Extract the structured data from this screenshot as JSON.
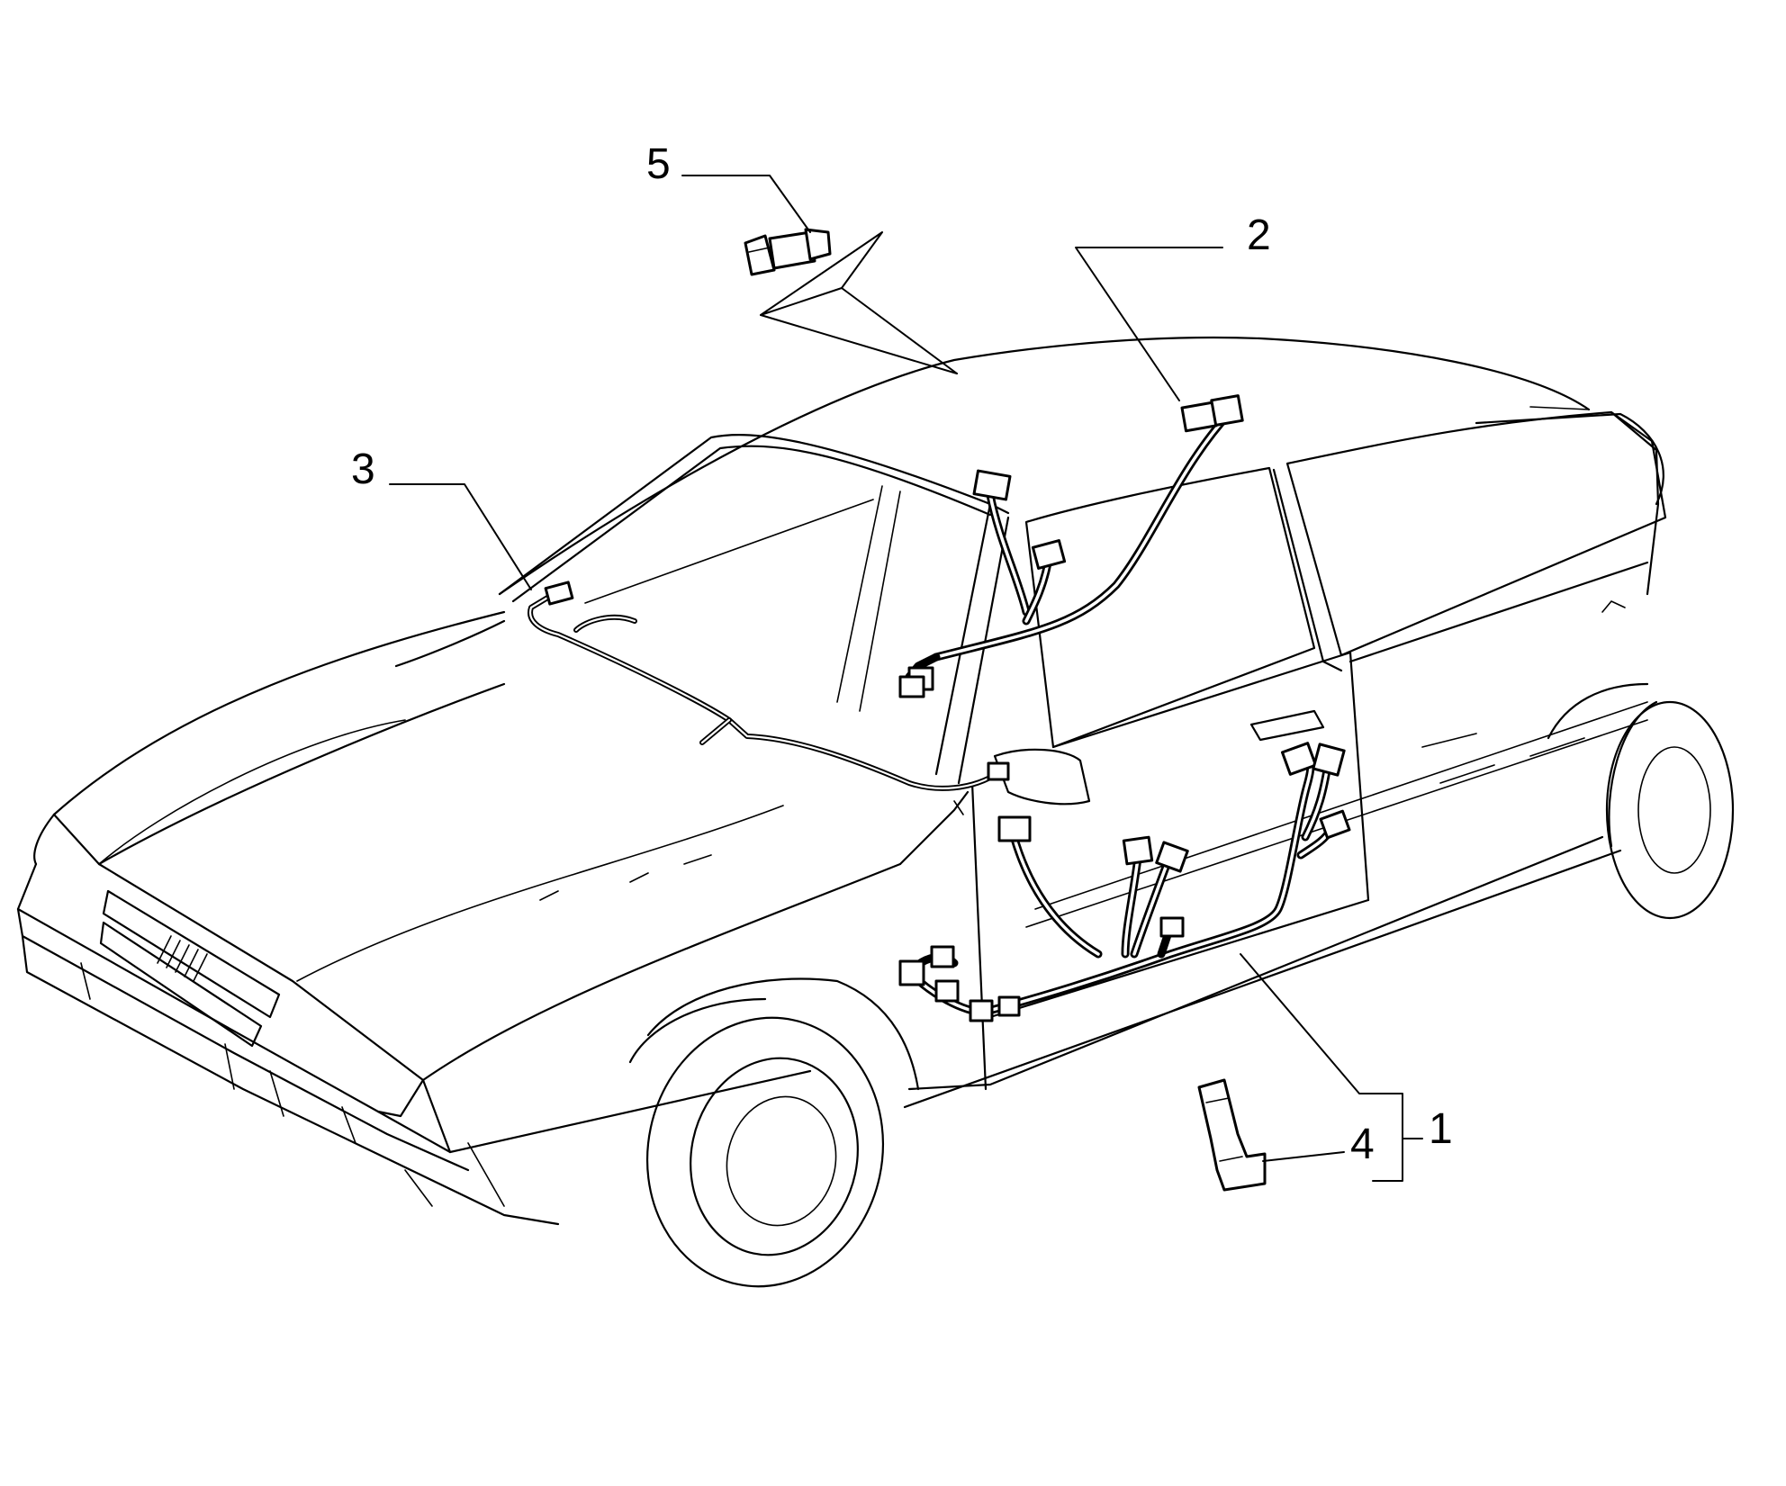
{
  "callouts": [
    {
      "id": "5",
      "label": "5"
    },
    {
      "id": "2",
      "label": "2"
    },
    {
      "id": "3",
      "label": "3"
    },
    {
      "id": "4",
      "label": "4"
    },
    {
      "id": "1",
      "label": "1"
    }
  ],
  "colors": {
    "ink": "#000000",
    "paper": "#ffffff"
  }
}
